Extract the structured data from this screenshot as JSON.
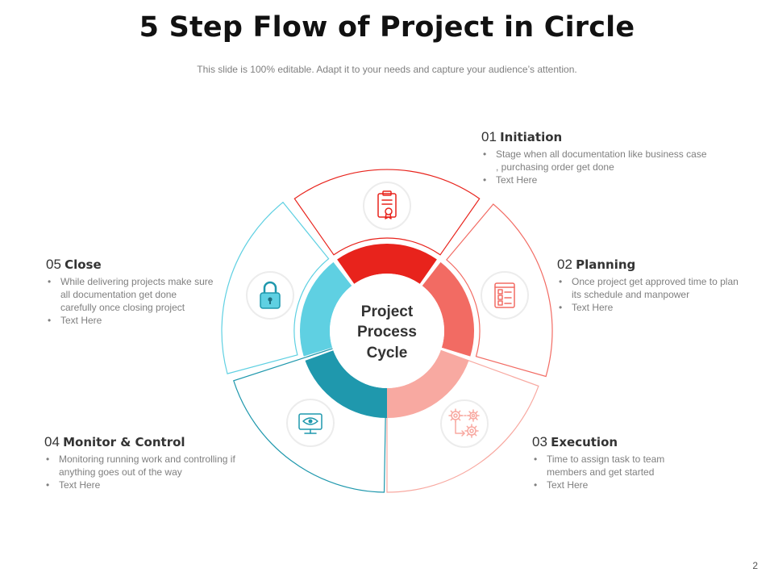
{
  "title": "5 Step Flow of Project in Circle",
  "subtitle": "This slide is 100% editable. Adapt it to your needs and capture your audience’s attention.",
  "center": {
    "line1": "Project",
    "line2": "Process",
    "line3": "Cycle"
  },
  "steps": [
    {
      "number": "01",
      "name": "Initiation",
      "bullets": [
        "Stage when all documentation like business case , purchasing order get done",
        "Text Here"
      ],
      "color": "#e8231c",
      "icon": "certificate-clipboard-icon"
    },
    {
      "number": "02",
      "name": "Planning",
      "bullets": [
        "Once project get approved  time to plan its schedule and manpower",
        "Text Here"
      ],
      "color": "#f26b63",
      "icon": "checklist-icon"
    },
    {
      "number": "03",
      "name": "Execution",
      "bullets": [
        "Time to assign task to team members and get started",
        "Text Here"
      ],
      "color": "#f8a9a1",
      "icon": "gears-workflow-icon"
    },
    {
      "number": "04",
      "name": "Monitor  & Control",
      "bullets": [
        "Monitoring running work and controlling if anything goes out of the way",
        "Text Here"
      ],
      "color": "#1f98ad",
      "icon": "monitor-eye-icon"
    },
    {
      "number": "05",
      "name": "Close",
      "bullets": [
        "While delivering projects make sure all documentation get done carefully once closing project",
        "Text Here"
      ],
      "color": "#5fd0e2",
      "icon": "padlock-icon"
    }
  ],
  "page_number": "2"
}
